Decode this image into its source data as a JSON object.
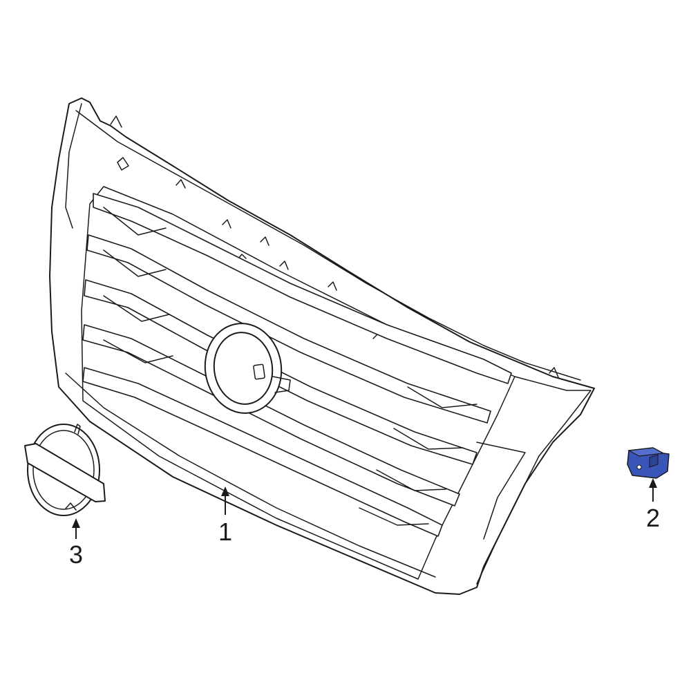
{
  "diagram": {
    "callouts": [
      {
        "number": "1",
        "part": "grille"
      },
      {
        "number": "2",
        "part": "clip"
      },
      {
        "number": "3",
        "part": "emblem"
      }
    ],
    "highlight_color": "#3a55b8",
    "line_color": "#1a1a1a",
    "background_color": "#ffffff"
  }
}
